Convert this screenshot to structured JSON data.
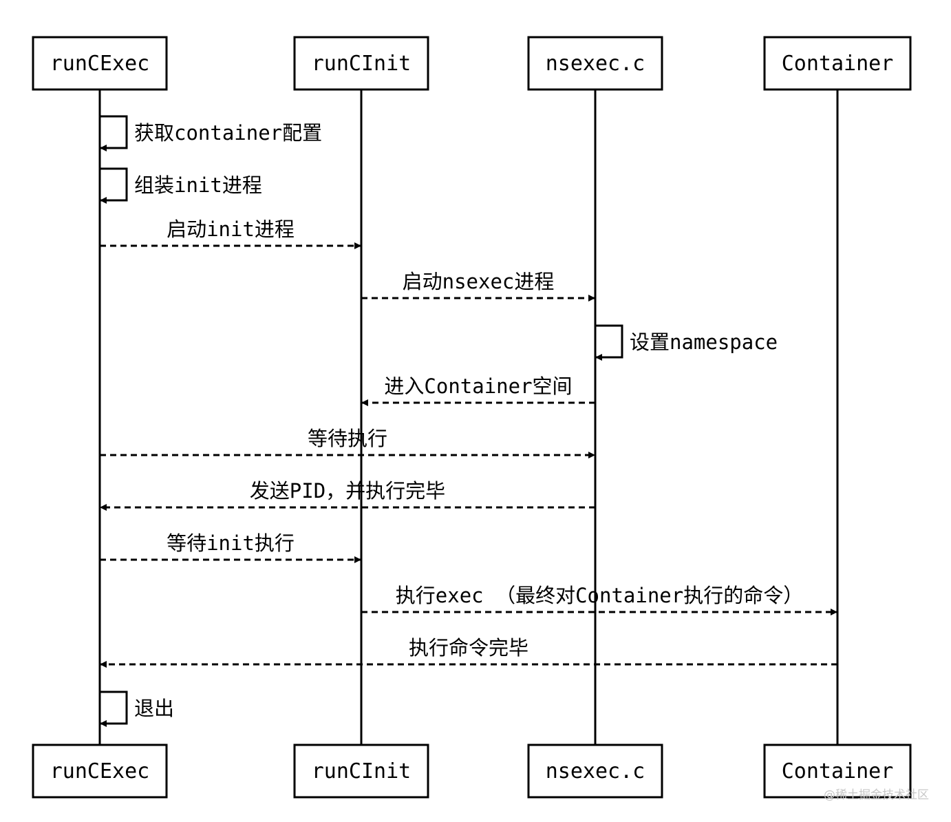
{
  "participants": [
    {
      "id": "runCExec",
      "label": "runCExec"
    },
    {
      "id": "runCInit",
      "label": "runCInit"
    },
    {
      "id": "nsexec",
      "label": "nsexec.c"
    },
    {
      "id": "container",
      "label": "Container"
    }
  ],
  "messages": [
    {
      "from": "runCExec",
      "to": "runCExec",
      "label": "获取container配置",
      "style": "solid"
    },
    {
      "from": "runCExec",
      "to": "runCExec",
      "label": "组装init进程",
      "style": "solid"
    },
    {
      "from": "runCExec",
      "to": "runCInit",
      "label": "启动init进程",
      "style": "dashed"
    },
    {
      "from": "runCInit",
      "to": "nsexec",
      "label": "启动nsexec进程",
      "style": "dashed"
    },
    {
      "from": "nsexec",
      "to": "nsexec",
      "label": "设置namespace",
      "style": "solid"
    },
    {
      "from": "nsexec",
      "to": "runCInit",
      "label": "进入Container空间",
      "style": "dashed"
    },
    {
      "from": "runCExec",
      "to": "nsexec",
      "label": "等待执行",
      "style": "dashed"
    },
    {
      "from": "nsexec",
      "to": "runCExec",
      "label": "发送PID，并执行完毕",
      "style": "dashed"
    },
    {
      "from": "runCExec",
      "to": "runCInit",
      "label": "等待init执行",
      "style": "dashed"
    },
    {
      "from": "runCInit",
      "to": "container",
      "label": "执行exec （最终对Container执行的命令）",
      "style": "dashed"
    },
    {
      "from": "container",
      "to": "runCExec",
      "label": "执行命令完毕",
      "style": "dashed"
    },
    {
      "from": "runCExec",
      "to": "runCExec",
      "label": "退出",
      "style": "solid"
    }
  ],
  "watermark": "@稀土掘金技术社区",
  "colors": {
    "line": "#000000",
    "background": "#ffffff",
    "watermark": "#c8c8c8"
  }
}
